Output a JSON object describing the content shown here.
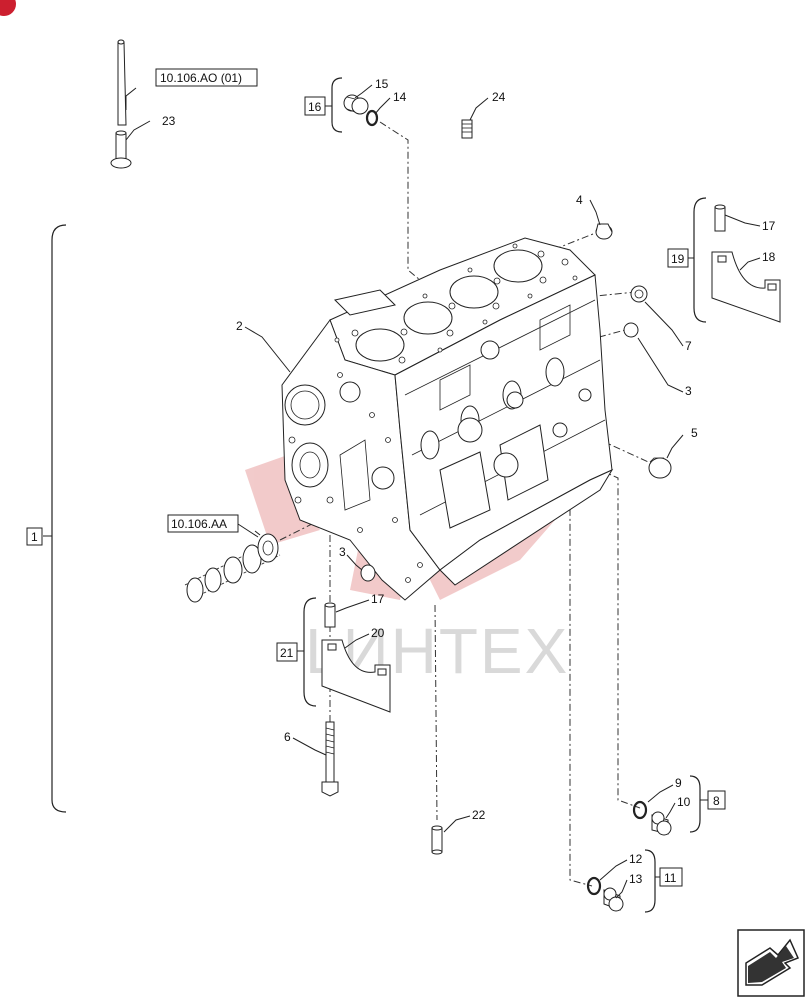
{
  "diagram": {
    "callouts": {
      "c2": "2",
      "c3a": "3",
      "c3b": "3",
      "c4": "4",
      "c5": "5",
      "c6": "6",
      "c7": "7",
      "c9": "9",
      "c10": "10",
      "c12": "12",
      "c13": "13",
      "c14": "14",
      "c15": "15",
      "c17a": "17",
      "c17b": "17",
      "c18": "18",
      "c20": "20",
      "c22": "22",
      "c23": "23",
      "c24": "24"
    },
    "groups": {
      "g1": "1",
      "g8": "8",
      "g11": "11",
      "g16": "16",
      "g19": "19",
      "g21": "21"
    },
    "references": {
      "ref_ao": "10.106.AO (01)",
      "ref_aa": "10.106.AA"
    },
    "watermark": "LИHTEX",
    "colors": {
      "line": "#222222",
      "watermark_red": "#e8a0a0",
      "watermark_gray": "#d9d9d9",
      "badge_red": "#cc1f2f"
    }
  }
}
